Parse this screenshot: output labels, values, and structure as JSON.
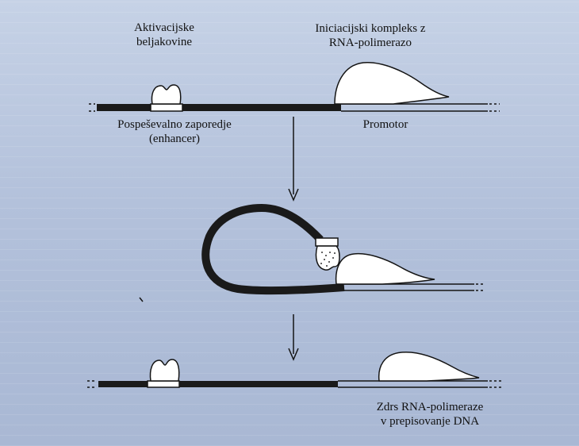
{
  "labels": {
    "activator_line1": "Aktivacijske",
    "activator_line2": "beljakovine",
    "complex_line1": "Iniciacijski kompleks z",
    "complex_line2": "RNA-polimerazo",
    "enhancer_line1": "Pospeševalno zaporedje",
    "enhancer_line2": "(enhancer)",
    "promoter": "Promotor",
    "result_line1": "Zdrs RNA-polimeraze",
    "result_line2": "v prepisovanje DNA"
  },
  "colors": {
    "background": "#b6c3da",
    "dna": "#141414",
    "protein_fill": "#ffffff",
    "bleed_text": "#28325a"
  }
}
